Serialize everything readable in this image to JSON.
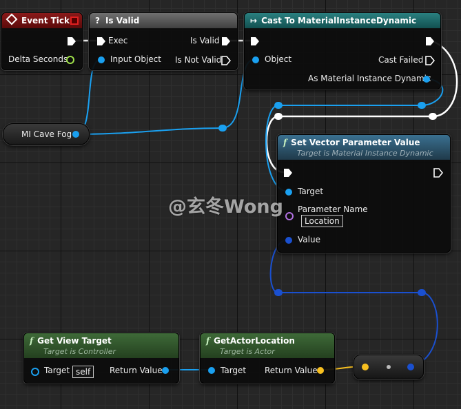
{
  "nodes": {
    "event_tick": {
      "title": "Event Tick",
      "delta_seconds": "Delta Seconds"
    },
    "is_valid": {
      "title": "Is Valid",
      "exec": "Exec",
      "input_object": "Input Object",
      "is_valid_out": "Is Valid",
      "is_not_valid": "Is Not Valid"
    },
    "cast": {
      "title": "Cast To MaterialInstanceDynamic",
      "object": "Object",
      "cast_failed": "Cast Failed",
      "as_mid": "As Material Instance Dynamic"
    },
    "mi_cave_fog": {
      "label": "MI Cave Fog"
    },
    "set_vector": {
      "title": "Set Vector Parameter Value",
      "subtitle": "Target is Material Instance Dynamic",
      "target": "Target",
      "param_name": "Parameter Name",
      "param_value": "Location",
      "value": "Value"
    },
    "get_view_target": {
      "title": "Get View Target",
      "subtitle": "Target is Controller",
      "target": "Target",
      "self": "self",
      "return_value": "Return Value"
    },
    "get_actor_location": {
      "title": "GetActorLocation",
      "subtitle": "Target is Actor",
      "target": "Target",
      "return_value": "Return Value"
    }
  },
  "watermark": "@玄冬Wong",
  "colors": {
    "event_header": "#7a1010",
    "pure_header": "#2f5a2a",
    "func_header": "#2a5a78",
    "cast_header": "#1f6a6a",
    "exec_wire": "#ffffff",
    "object_wire": "#1aa0f0",
    "vector_wire": "#f8c020"
  }
}
